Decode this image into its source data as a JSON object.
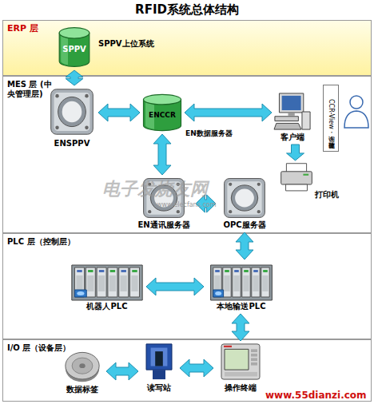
{
  "diagram": {
    "title": "RFID系统总体结构",
    "nodes": [
      {
        "text": [
          "ERP 层"
        ]
      },
      {
        "text": [
          "SPPV",
          "SPPV上位系统"
        ],
        "in": 0
      },
      {
        "text": [
          "MES 层 (中央管理层)"
        ]
      },
      {
        "text": [
          "ENSPPV"
        ],
        "in": 2
      },
      {
        "text": [
          "ENCCR",
          "EN数据服务器"
        ],
        "in": 2
      },
      {
        "text": [
          "客户端"
        ],
        "in": 2
      },
      {
        "text": [
          "CCR-View 查询，更改转储"
        ],
        "in": 2
      },
      {
        "text": [
          "打印机"
        ],
        "in": 2
      },
      {
        "text": [
          "EN通讯服务器"
        ],
        "in": 2
      },
      {
        "text": [
          "OPC服务器"
        ],
        "in": 2
      },
      {
        "text": [
          "PLC 层（控制层）"
        ]
      },
      {
        "text": [
          "机器人PLC"
        ],
        "in": 10
      },
      {
        "text": [
          "本地输送PLC"
        ],
        "in": 10
      },
      {
        "text": [
          "I/O 层（设备层）"
        ]
      },
      {
        "text": [
          "数据标签"
        ],
        "in": 13
      },
      {
        "text": [
          "读写站"
        ],
        "in": 13
      },
      {
        "text": [
          "操作终端"
        ],
        "in": 13
      }
    ],
    "edges": [
      {
        "from": 1,
        "to": 3,
        "arrow": "both"
      },
      {
        "from": 3,
        "to": 4,
        "arrow": "both"
      },
      {
        "from": 4,
        "to": 5,
        "arrow": "both"
      },
      {
        "from": 4,
        "to": 8,
        "arrow": "both"
      },
      {
        "from": 8,
        "to": 9,
        "arrow": "both"
      },
      {
        "from": 5,
        "to": 7,
        "arrow": "to"
      },
      {
        "from": 9,
        "to": 12,
        "arrow": "both"
      },
      {
        "from": 11,
        "to": 12,
        "arrow": "both"
      },
      {
        "from": 12,
        "to": 16,
        "arrow": "both"
      },
      {
        "from": 14,
        "to": 15,
        "arrow": "both"
      },
      {
        "from": 15,
        "to": 16,
        "arrow": "both"
      }
    ],
    "labels": [
      "电子发烧友网",
      "www.elecfans.com",
      "www.55dianzi.com"
    ]
  }
}
